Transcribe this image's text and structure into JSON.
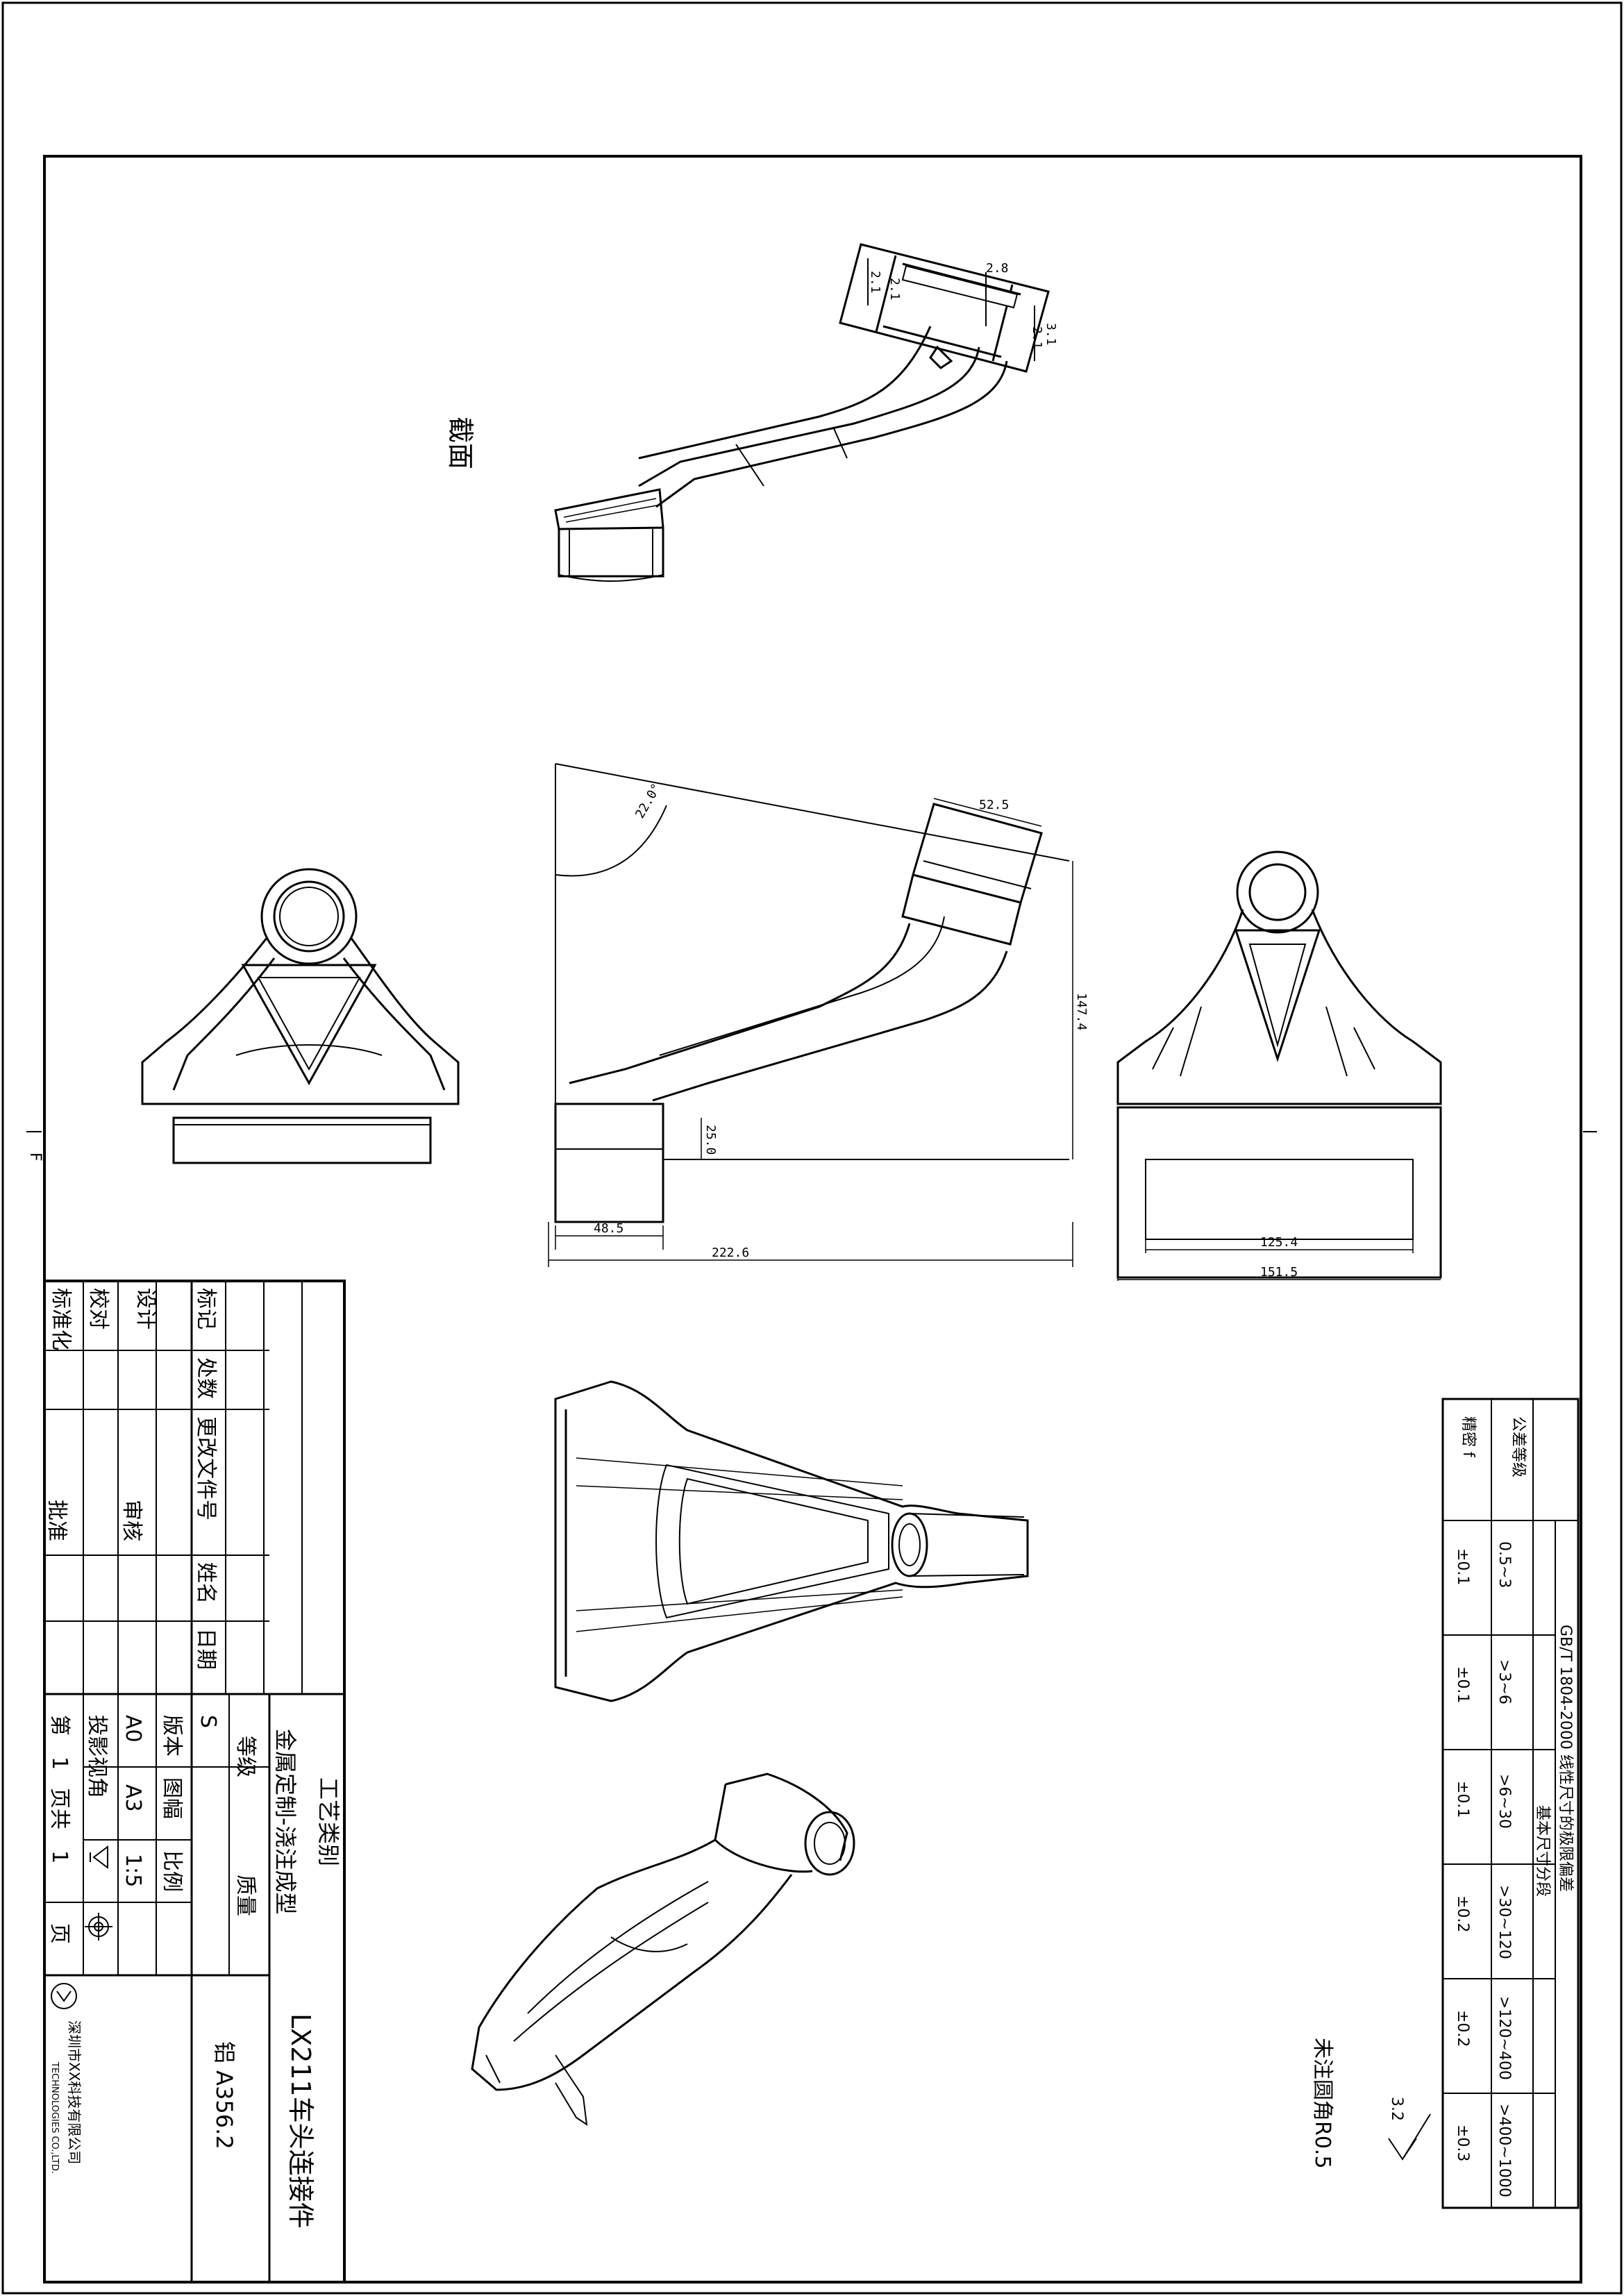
{
  "section_label": "截面",
  "dimensions": {
    "section_a": "2.8",
    "section_b": "2.1",
    "section_c": "2.1",
    "section_d": "3.1",
    "section_e": "2.1",
    "angle": "22.0°",
    "top_width": "52.5",
    "height": "147.4",
    "base_height": "25.0",
    "base_width": "48.5",
    "overall_length": "222.6",
    "inner_width": "125.4",
    "outer_width": "151.5"
  },
  "tolerance_table": {
    "title": "GB/T 1804-2000 线性尺寸的极限偏差",
    "range_header": "基本尺寸分段",
    "grade_header": "公差等级",
    "grade": "精密 f",
    "ranges": [
      "0.5~3",
      ">3~6",
      ">6~30",
      ">30~120",
      ">120~400",
      ">400~1000"
    ],
    "values": [
      "±0.1",
      "±0.1",
      "±0.1",
      "±0.2",
      "±0.2",
      "±0.3"
    ]
  },
  "notes": {
    "roughness": "3.2",
    "fillet": "未注圆角R0.5"
  },
  "title_block": {
    "rev_headers": [
      "标记",
      "处数",
      "更改文件号",
      "姓名",
      "日期"
    ],
    "roles": [
      "设计",
      "校对",
      "标准化"
    ],
    "review": "审核",
    "approve": "批准",
    "process_type_label": "工艺类别",
    "process_type": "金属定制-浇注成型",
    "grade_label": "等级",
    "grade_value": "S",
    "mass_label": "质量",
    "version_label": "版本",
    "version_value": "A0",
    "sheet_label": "图幅",
    "sheet_value": "A3",
    "scale_label": "比例",
    "scale_value": "1:5",
    "projection_label": "投影视角",
    "page_prefix": "第",
    "page_num": "1",
    "page_of": "页共",
    "page_total": "1",
    "page_suffix": "页",
    "material": "铝 A356.2",
    "part_name": "LX211车头连接件",
    "company": "深圳市XX科技有限公司",
    "company_en": "TECHNOLOGIES CO.,LTD."
  },
  "edge_marks": {
    "left": "F"
  }
}
